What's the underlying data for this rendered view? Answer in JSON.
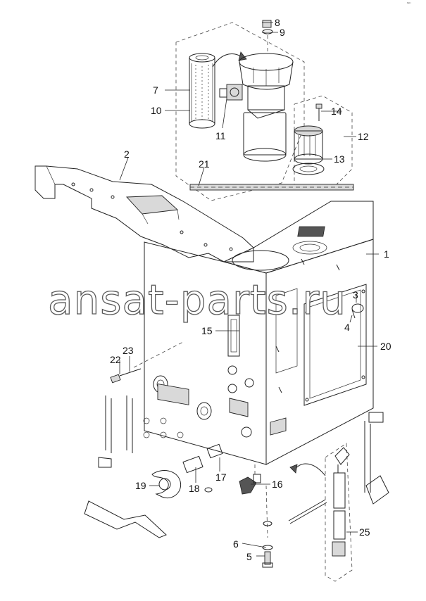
{
  "watermark": {
    "text": "ansat-parts.ru",
    "color": "#5a5a5a"
  },
  "corner_mark": "˜¨",
  "callouts": [
    {
      "id": "1",
      "label": "1"
    },
    {
      "id": "2",
      "label": "2"
    },
    {
      "id": "3",
      "label": "3"
    },
    {
      "id": "4",
      "label": "4"
    },
    {
      "id": "5",
      "label": "5"
    },
    {
      "id": "6",
      "label": "6"
    },
    {
      "id": "7",
      "label": "7"
    },
    {
      "id": "8",
      "label": "8"
    },
    {
      "id": "9",
      "label": "9"
    },
    {
      "id": "10",
      "label": "10"
    },
    {
      "id": "11",
      "label": "11"
    },
    {
      "id": "12",
      "label": "12"
    },
    {
      "id": "13",
      "label": "13"
    },
    {
      "id": "14",
      "label": "14"
    },
    {
      "id": "15",
      "label": "15"
    },
    {
      "id": "16",
      "label": "16"
    },
    {
      "id": "17",
      "label": "17"
    },
    {
      "id": "18",
      "label": "18"
    },
    {
      "id": "19",
      "label": "19"
    },
    {
      "id": "20",
      "label": "20"
    },
    {
      "id": "21",
      "label": "21"
    },
    {
      "id": "22",
      "label": "22"
    },
    {
      "id": "23",
      "label": "23"
    },
    {
      "id": "25",
      "label": "25"
    }
  ]
}
